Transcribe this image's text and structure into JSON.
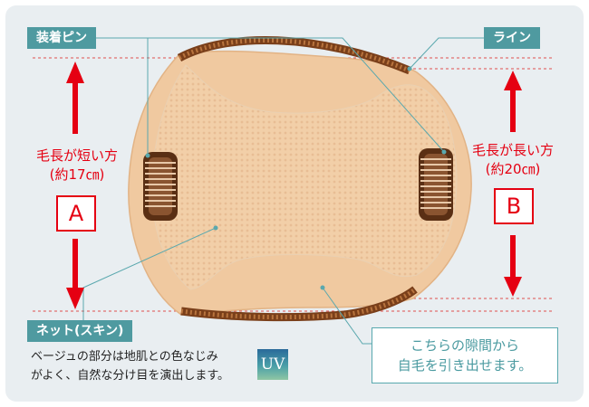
{
  "labels": {
    "pin": "装着ピン",
    "line": "ライン",
    "net": "ネット(スキン)"
  },
  "left_side": {
    "title": "毛長が短い方",
    "length": "(約17㎝)",
    "letter": "A"
  },
  "right_side": {
    "title": "毛長が長い方",
    "length": "(約20㎝)",
    "letter": "B"
  },
  "description": {
    "line1": "ベージュの部分は地肌との色なじみ",
    "line2": "がよく、自然な分け目を演出します。"
  },
  "badge": {
    "text": "UV"
  },
  "callout": {
    "line1": "こちらの隙間から",
    "line2": "自毛を引き出せます。"
  },
  "colors": {
    "teal": "#4f9aa0",
    "red": "#e50012",
    "skin": "#f2cfa8",
    "skin_edge": "#e6b88c",
    "brown": "#8a4a20",
    "background": "#e9eef1"
  }
}
